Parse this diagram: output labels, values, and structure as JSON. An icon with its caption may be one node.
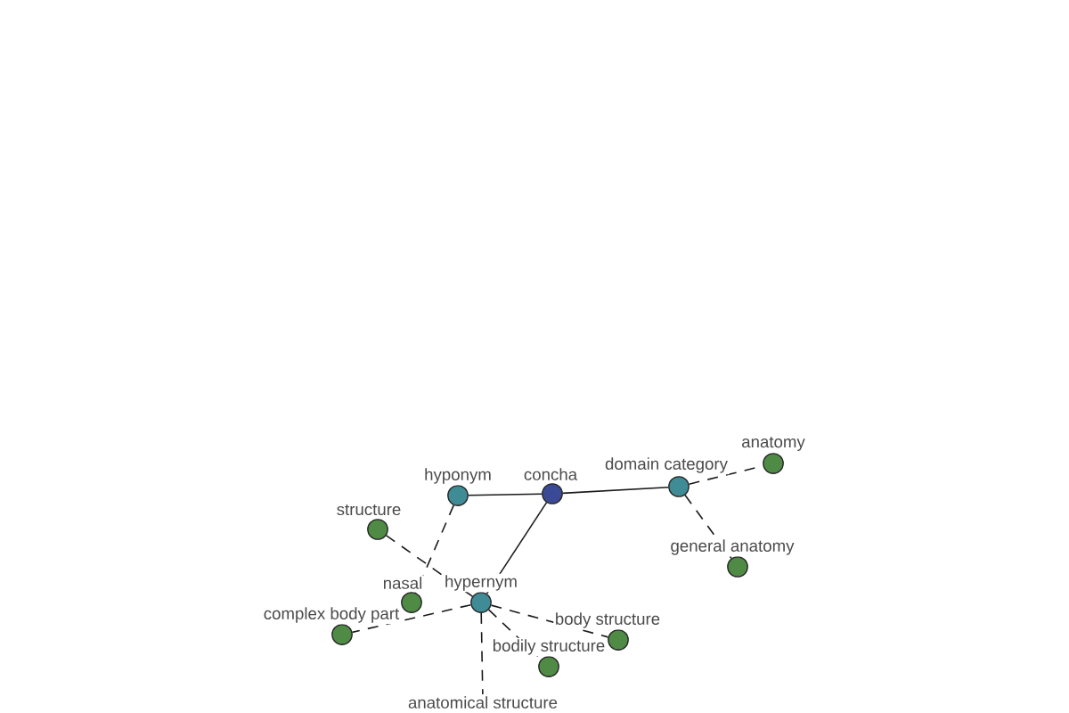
{
  "diagram": {
    "nodes": [
      {
        "text": [
          "hyponym"
        ]
      },
      {
        "text": [
          "concha"
        ]
      },
      {
        "text": [
          "domain category"
        ]
      },
      {
        "text": [
          "anatomy"
        ]
      },
      {
        "text": [
          "structure"
        ]
      },
      {
        "text": [
          "general anatomy"
        ]
      },
      {
        "text": [
          "nasal"
        ]
      },
      {
        "text": [
          "hypernym"
        ]
      },
      {
        "text": [
          "complex body part"
        ]
      },
      {
        "text": [
          "body structure"
        ]
      },
      {
        "text": [
          "bodily structure"
        ]
      },
      {
        "text": [
          "anatomical structure"
        ]
      }
    ],
    "edges": [
      {
        "from": 1,
        "to": 0,
        "arrow": "none"
      },
      {
        "from": 1,
        "to": 2,
        "arrow": "none"
      },
      {
        "from": 1,
        "to": 7,
        "arrow": "none"
      },
      {
        "from": 0,
        "to": 6,
        "arrow": "none",
        "style": "dashed"
      },
      {
        "from": 2,
        "to": 3,
        "arrow": "none",
        "style": "dashed"
      },
      {
        "from": 2,
        "to": 5,
        "arrow": "none",
        "style": "dashed"
      },
      {
        "from": 7,
        "to": 4,
        "arrow": "none",
        "style": "dashed"
      },
      {
        "from": 7,
        "to": 8,
        "arrow": "none",
        "style": "dashed"
      },
      {
        "from": 7,
        "to": 9,
        "arrow": "none",
        "style": "dashed"
      },
      {
        "from": 7,
        "to": 10,
        "arrow": "none",
        "style": "dashed"
      },
      {
        "from": 7,
        "to": 11,
        "arrow": "none",
        "style": "dashed"
      }
    ]
  }
}
